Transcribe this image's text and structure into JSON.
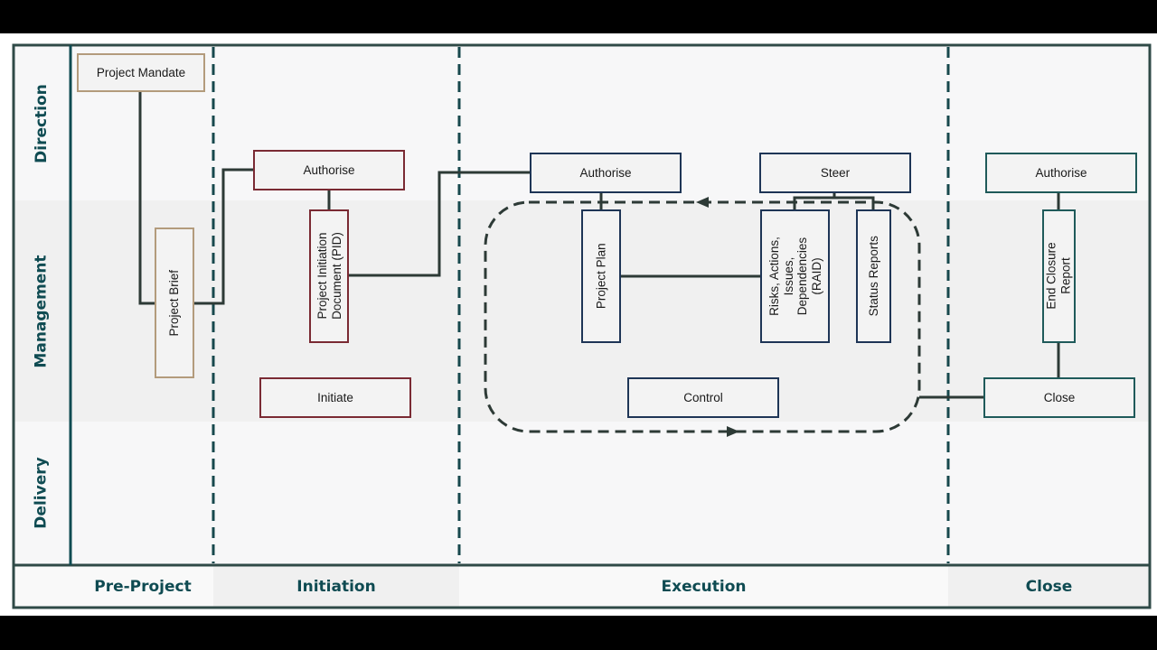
{
  "lanes": {
    "direction": "Direction",
    "management": "Management",
    "delivery": "Delivery"
  },
  "phases": {
    "pre_project": "Pre-Project",
    "initiation": "Initiation",
    "execution": "Execution",
    "close": "Close"
  },
  "nodes": {
    "project_mandate": "Project Mandate",
    "project_brief": "Project Brief",
    "authorise_initiation": "Authorise",
    "pid": "Project Initiation\nDocument (PID)",
    "initiate": "Initiate",
    "authorise_execution": "Authorise",
    "steer": "Steer",
    "project_plan": "Project Plan",
    "raid": "Risks, Actions,\nIssues,\nDependencies\n(RAID)",
    "status_reports": "Status Reports",
    "control": "Control",
    "authorise_close": "Authorise",
    "end_closure_report": "End Closure\nReport",
    "close": "Close"
  },
  "colors": {
    "teal": "#0f4b52",
    "tan_border": "#b39b7c",
    "maroon_border": "#7a2a33",
    "navy_border": "#1e3556",
    "teal_border": "#1f5a5a",
    "connector": "#2d3a36"
  }
}
